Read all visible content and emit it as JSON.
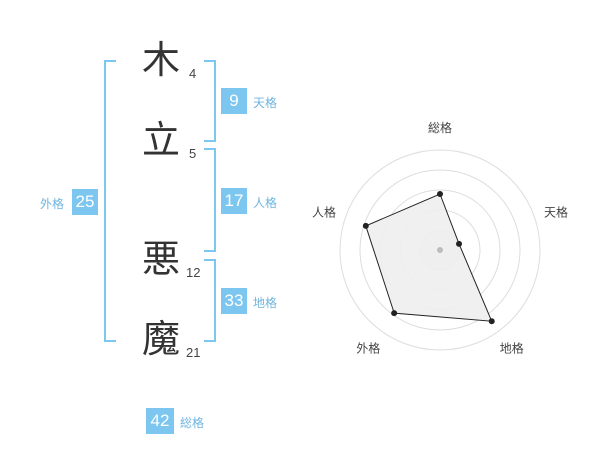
{
  "name": {
    "chars": [
      {
        "char": "木",
        "strokes": "4"
      },
      {
        "char": "立",
        "strokes": "5"
      },
      {
        "char": "悪",
        "strokes": "12"
      },
      {
        "char": "魔",
        "strokes": "21"
      }
    ]
  },
  "kakusu": {
    "tenkaku": {
      "value": "9",
      "label": "天格"
    },
    "jinkaku": {
      "value": "17",
      "label": "人格"
    },
    "chikaku": {
      "value": "33",
      "label": "地格"
    },
    "gaikaku": {
      "value": "25",
      "label": "外格"
    },
    "soukaku": {
      "value": "42",
      "label": "総格"
    }
  },
  "chart_data": {
    "type": "radar",
    "axes": [
      "総格",
      "天格",
      "地格",
      "外格",
      "人格"
    ],
    "values": [
      0.56,
      0.2,
      0.88,
      0.78,
      0.78
    ],
    "rings": 5,
    "colors": {
      "fill": "#eeeeee",
      "stroke": "#222222",
      "grid": "#dddddd"
    }
  }
}
